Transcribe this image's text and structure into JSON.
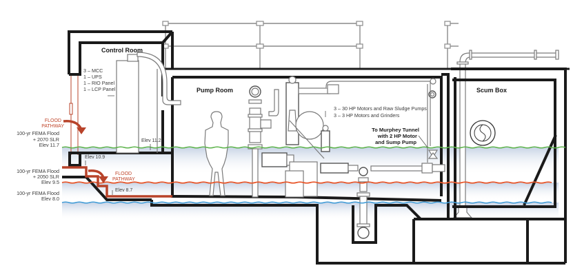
{
  "diagram": {
    "title": "Pump station section with flood levels",
    "rooms": {
      "control_room": "Control Room",
      "pump_room": "Pump Room",
      "scum_box": "Scum Box"
    },
    "control_room_equipment": [
      "3 – MCC",
      "1 – UPS",
      "1 – RIO Panel",
      "1 – LCP Panel"
    ],
    "pump_room_equipment": [
      "3 – 30 HP Motors and Raw Sludge Pumps",
      "3 – 3 HP Motors and Grinders"
    ],
    "murphey_tunnel_note": [
      "To Murphey Tunnel",
      "with 2 HP Motor",
      "and Sump Pump"
    ],
    "flood_pathway_labels": [
      [
        "FLOOD",
        "PATHWAY"
      ],
      [
        "FLOOD",
        "PATHWAY"
      ]
    ],
    "flood_levels": [
      {
        "lines": [
          "100-yr FEMA Flood",
          "+ 2070 SLR",
          "Elev 11.7"
        ],
        "color": "#5cb34a"
      },
      {
        "lines": [
          "100-yr FEMA Flood",
          "+ 2050 SLR",
          "Elev 9.5"
        ],
        "color": "#e8562a"
      },
      {
        "lines": [
          "100-yr FEMA Flood",
          "Elev 8.0"
        ],
        "color": "#3d9ad6"
      }
    ],
    "elevations": {
      "control_room_floor": "Elev 11.2",
      "entry_step": "Elev 10.9",
      "lower_step": "Elev 8.7"
    },
    "colors": {
      "wall": "#1a1a1a",
      "flood_pathway": "#b8432a",
      "water_band": "#c8d4e6",
      "equipment": "#7a7a7a"
    }
  }
}
